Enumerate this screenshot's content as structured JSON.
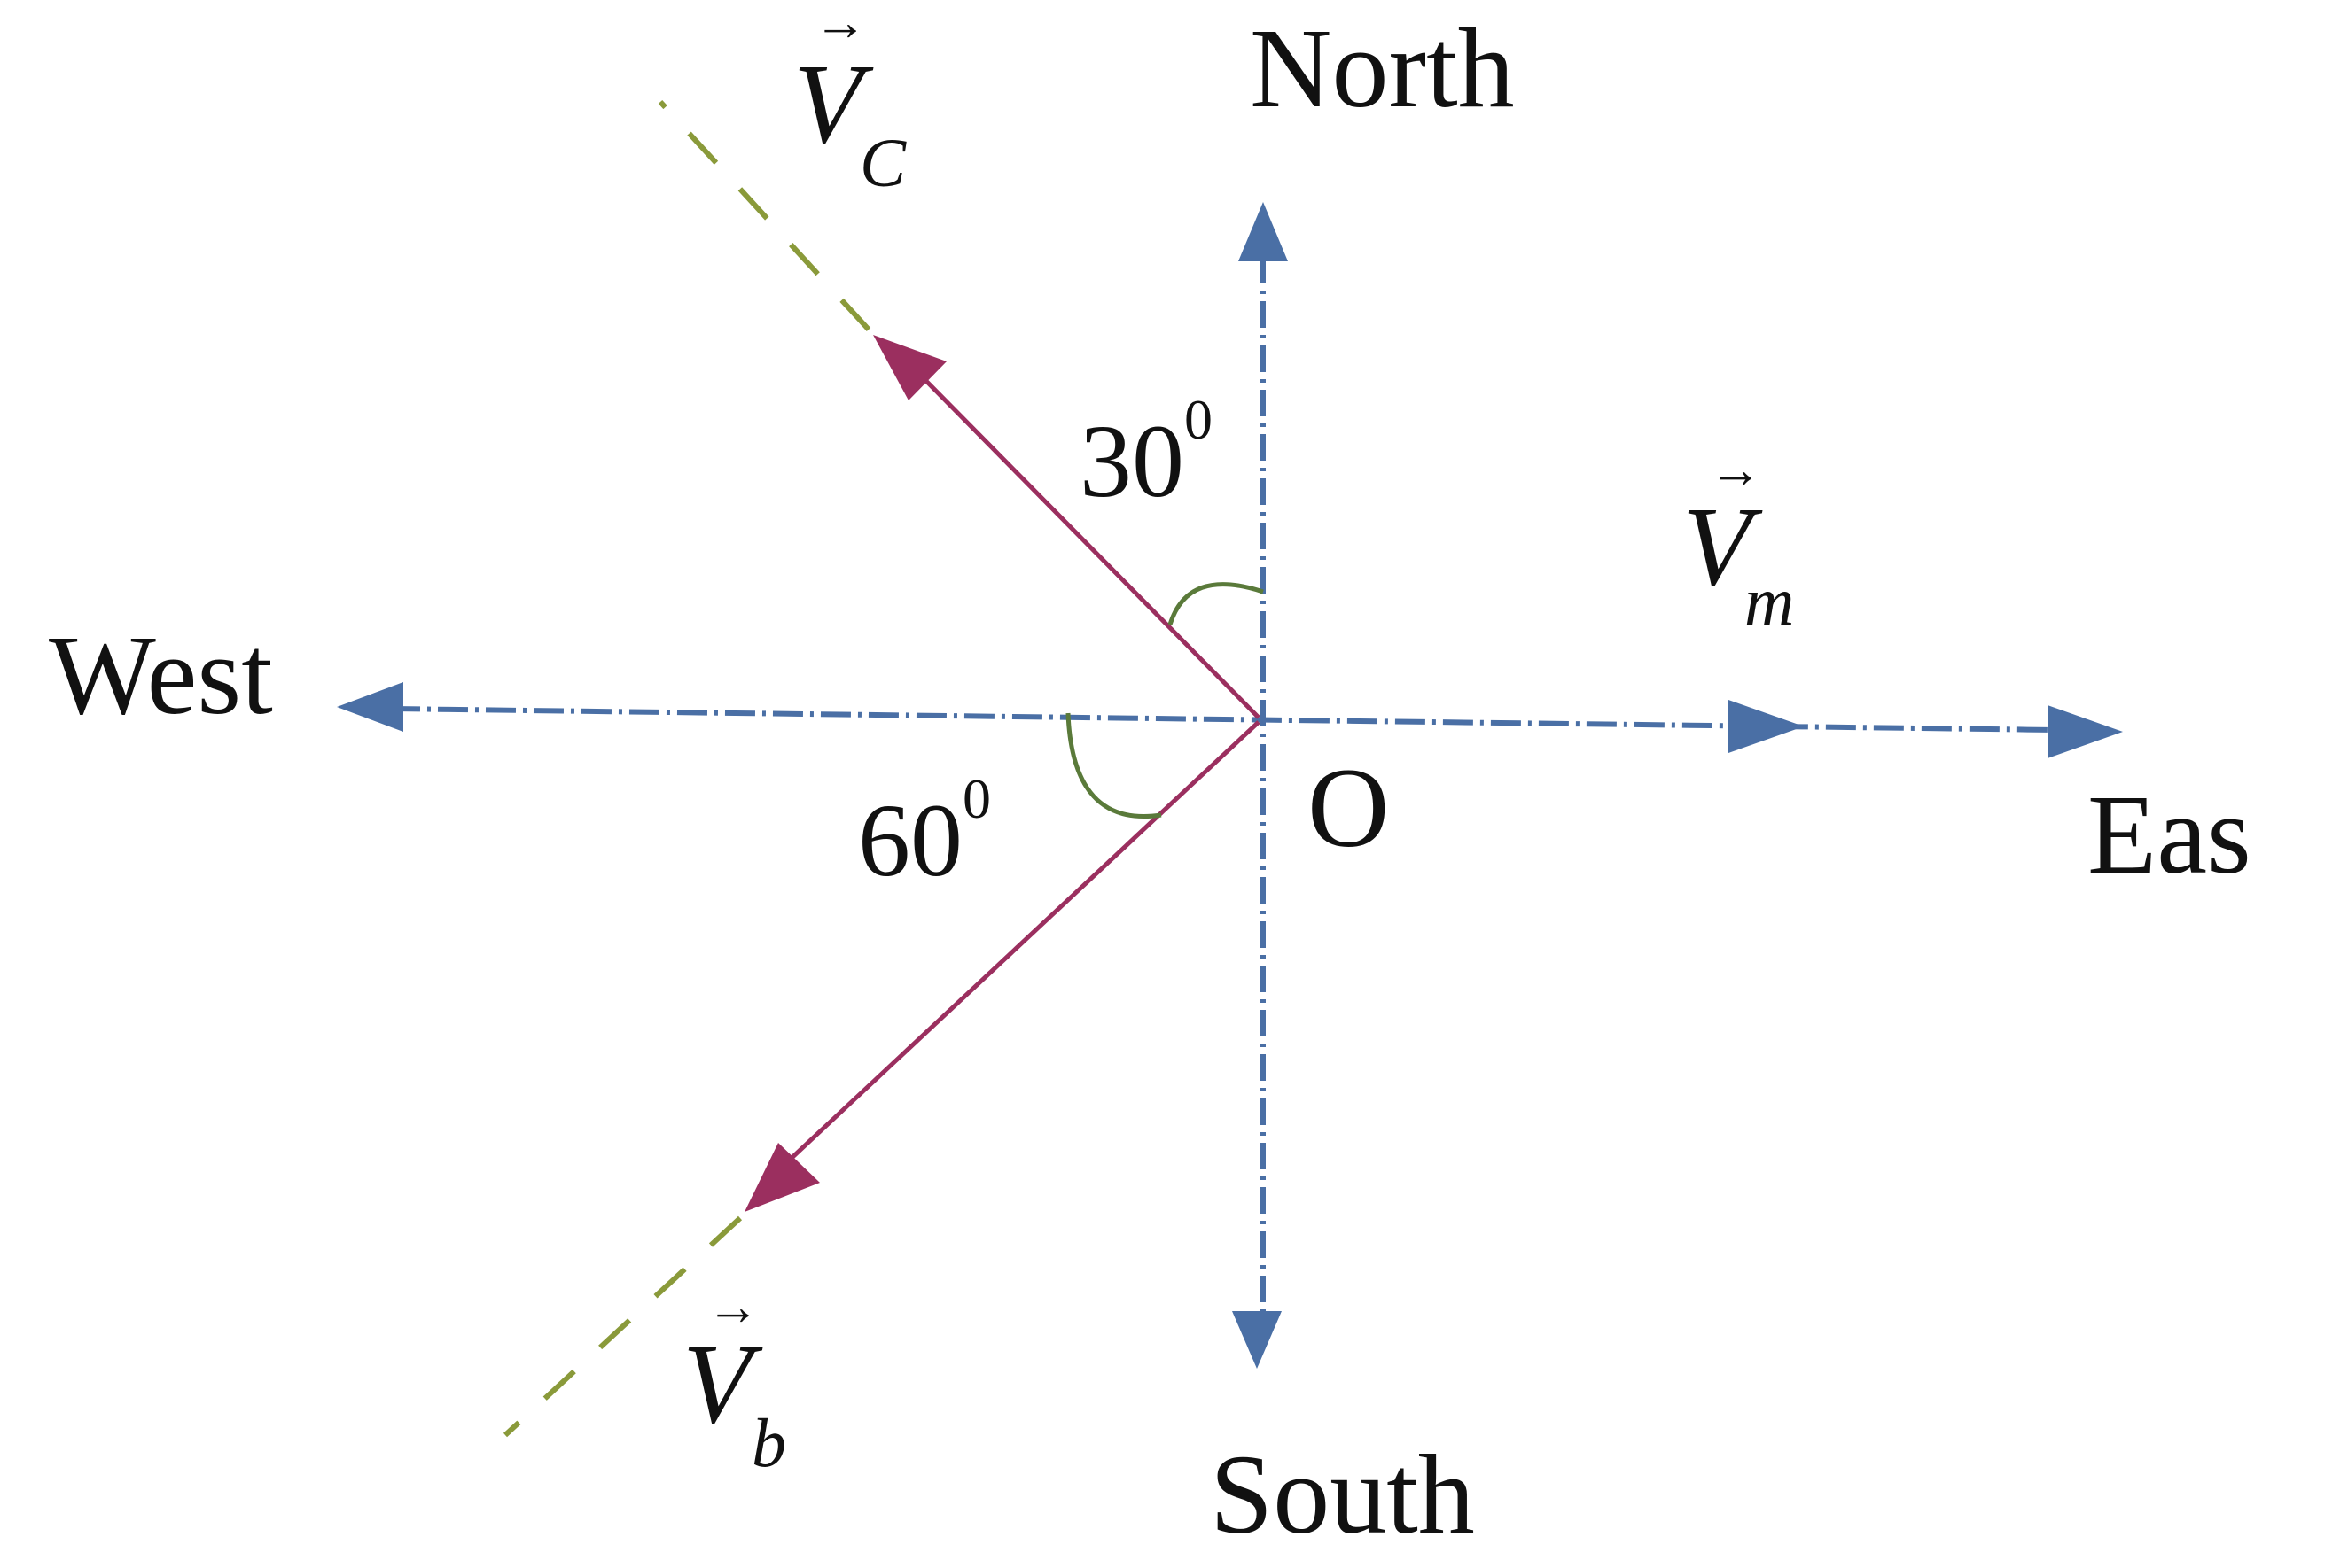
{
  "colors": {
    "axis": "#4a6fa5",
    "vector": "#9b2f5f",
    "extension": "#8a9a3a",
    "arc": "#5a7a3a",
    "text": "#111111"
  },
  "labels": {
    "north": "North",
    "south": "South",
    "west": "West",
    "east": "Eas",
    "origin": "O"
  },
  "angles": {
    "upper_value": "30",
    "upper_degree": "0",
    "lower_value": "60",
    "lower_degree": "0"
  },
  "vectors": {
    "vc": {
      "symbol": "V",
      "arrow": "→",
      "subscript": "C"
    },
    "vm": {
      "symbol": "V",
      "arrow": "→",
      "subscript": "m"
    },
    "vb": {
      "symbol": "V",
      "arrow": "→",
      "subscript": "b"
    }
  }
}
